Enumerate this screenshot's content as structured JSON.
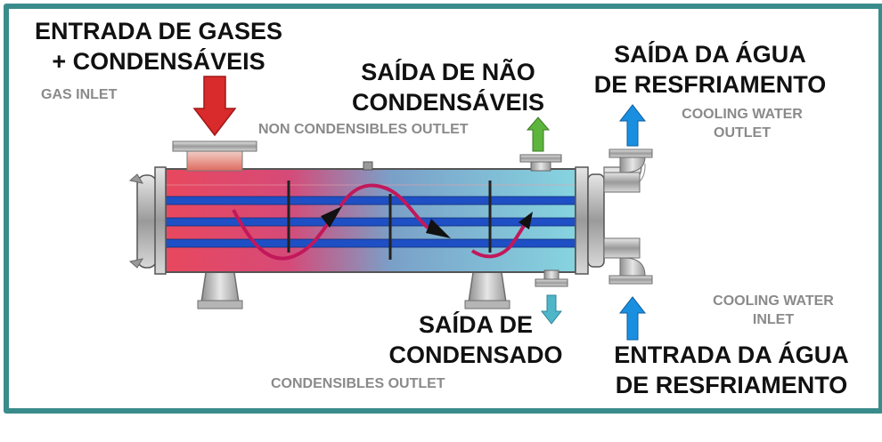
{
  "labels": {
    "gas_inlet_pt": [
      "ENTRADA DE GASES",
      "+ CONDENSÁVEIS"
    ],
    "gas_inlet_en": "GAS INLET",
    "noncond_outlet_pt": [
      "SAÍDA DE NÃO",
      "CONDENSÁVEIS"
    ],
    "noncond_outlet_en": "NON CONDENSIBLES OUTLET",
    "cooling_out_pt": [
      "SAÍDA DA ÁGUA",
      "DE RESFRIAMENTO"
    ],
    "cooling_out_en": [
      "COOLING WATER",
      "OUTLET"
    ],
    "condensate_outlet_pt": [
      "SAÍDA DE",
      "CONDENSADO"
    ],
    "condensate_outlet_en": "CONDENSIBLES OUTLET",
    "cooling_in_en": [
      "COOLING WATER",
      "INLET"
    ],
    "cooling_in_pt": [
      "ENTRADA DA ÁGUA",
      "DE RESFRIAMENTO"
    ]
  },
  "colors": {
    "frame": "#3a8c8c",
    "hot_gas": "#e23a4f",
    "cooled": "#7fd0dc",
    "tubes": "#1f4fc4",
    "gas_arrow": "#d92b2b",
    "noncond_arrow": "#5cb53c",
    "water_arrow": "#1a8fe0",
    "condensate_arrow": "#4fb5c9",
    "flow_path": "#c2185b"
  }
}
